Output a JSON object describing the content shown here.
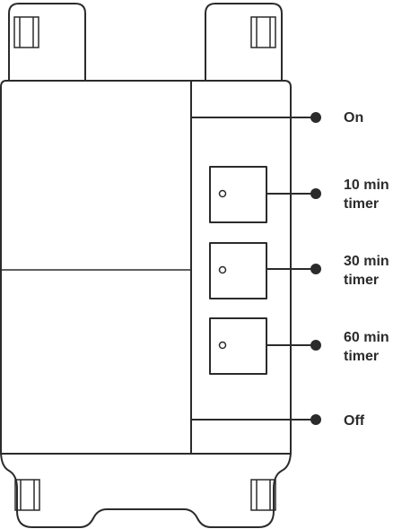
{
  "colors": {
    "line": "#2b2b2b",
    "background": "#ffffff"
  },
  "callouts": [
    {
      "line1": "On",
      "line2": ""
    },
    {
      "line1": "10 min",
      "line2": "timer"
    },
    {
      "line1": "30 min",
      "line2": "timer"
    },
    {
      "line1": "60 min",
      "line2": "timer"
    },
    {
      "line1": "Off",
      "line2": ""
    }
  ]
}
